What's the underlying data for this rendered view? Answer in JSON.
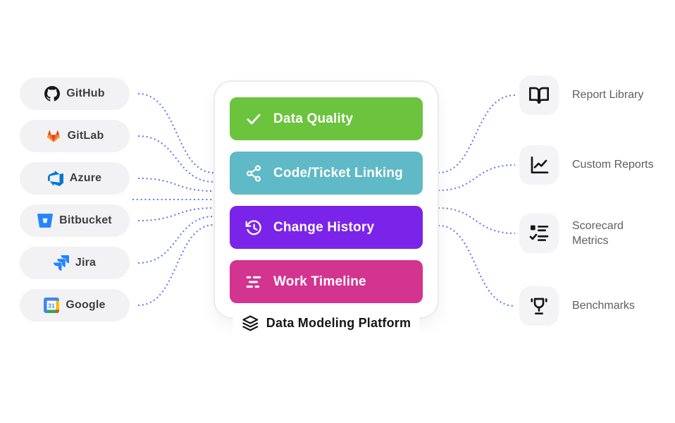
{
  "diagram": {
    "connector_color": "#4c68e9",
    "caption": "Data Modeling Platform"
  },
  "sources": [
    {
      "label": "GitHub",
      "icon": "github-icon"
    },
    {
      "label": "GitLab",
      "icon": "gitlab-icon"
    },
    {
      "label": "Azure",
      "icon": "azure-devops-icon"
    },
    {
      "label": "Bitbucket",
      "icon": "bitbucket-icon"
    },
    {
      "label": "Jira",
      "icon": "jira-icon"
    },
    {
      "label": "Google",
      "icon": "google-calendar-icon",
      "icon_text": "31"
    }
  ],
  "platform": {
    "features": [
      {
        "label": "Data Quality",
        "color": "#6cc33d",
        "icon": "check-icon"
      },
      {
        "label": "Code/Ticket Linking",
        "color": "#5fb9c6",
        "icon": "share-network-icon"
      },
      {
        "label": "Change History",
        "color": "#7b24e9",
        "icon": "history-icon"
      },
      {
        "label": "Work Timeline",
        "color": "#d23490",
        "icon": "timeline-bars-icon"
      }
    ]
  },
  "outputs": [
    {
      "label": "Report Library",
      "icon": "open-book-icon"
    },
    {
      "label": "Custom Reports",
      "icon": "line-chart-icon"
    },
    {
      "label": "Scorecard Metrics",
      "icon": "checklist-icon"
    },
    {
      "label": "Benchmarks",
      "icon": "trophy-icon"
    }
  ]
}
